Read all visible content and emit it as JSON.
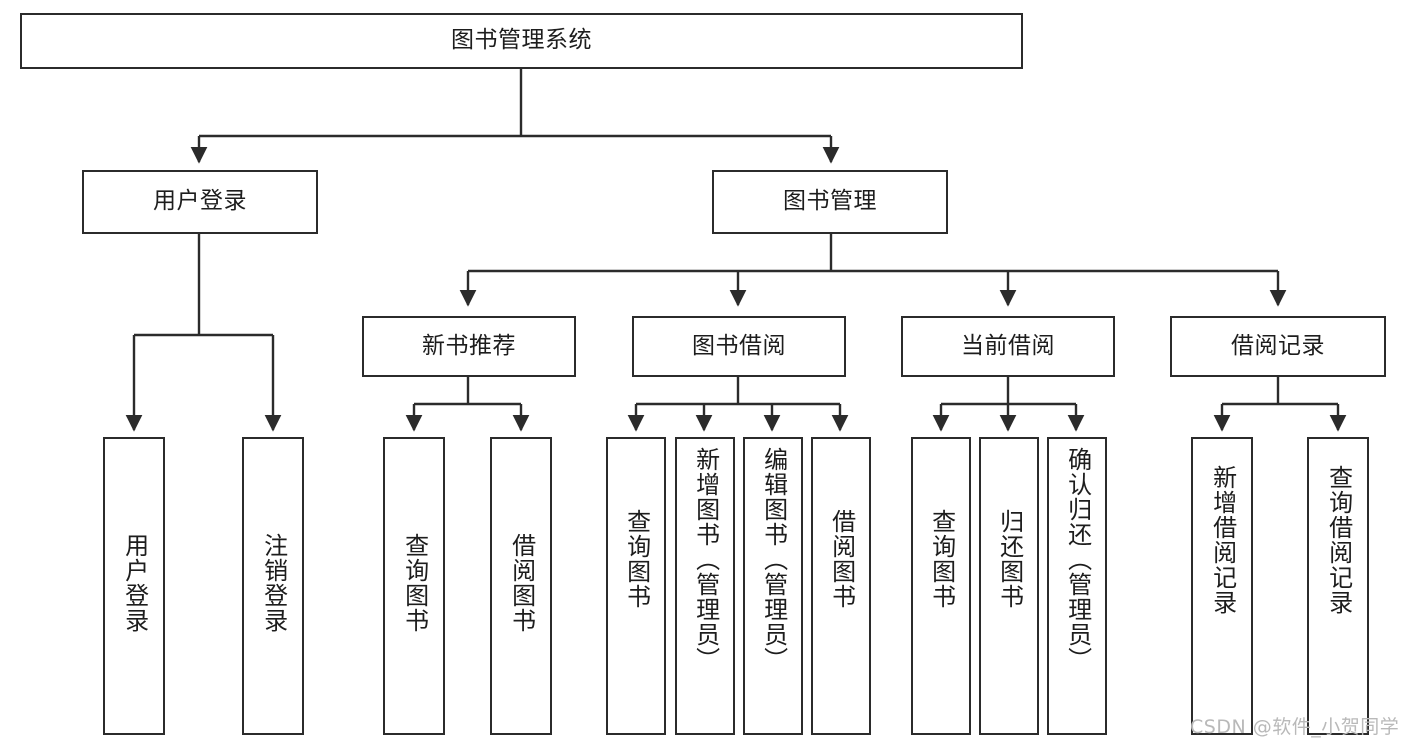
{
  "diagram": {
    "type": "tree",
    "title": "图书管理系统",
    "watermark": "CSDN @软件_小贺同学",
    "colors": {
      "background": "#ffffff",
      "stroke": "#2b2b2b",
      "text": "#1d1d1d",
      "watermark": "#b9b9b9"
    },
    "root": {
      "label": "图书管理系统"
    },
    "level2": [
      {
        "label": "用户登录"
      },
      {
        "label": "图书管理"
      }
    ],
    "level3": [
      {
        "label": "新书推荐"
      },
      {
        "label": "图书借阅"
      },
      {
        "label": "当前借阅"
      },
      {
        "label": "借阅记录"
      }
    ],
    "leaves": {
      "user_login": [
        {
          "label": "用户登录"
        },
        {
          "label": "注销登录"
        }
      ],
      "new_book": [
        {
          "label": "查询图书"
        },
        {
          "label": "借阅图书"
        }
      ],
      "book_borrow": [
        {
          "label": "查询图书"
        },
        {
          "label": "新增图书（管理员）"
        },
        {
          "label": "编辑图书（管理员）"
        },
        {
          "label": "借阅图书"
        }
      ],
      "current_borrow": [
        {
          "label": "查询图书"
        },
        {
          "label": "归还图书"
        },
        {
          "label": "确认归还（管理员）"
        }
      ],
      "borrow_record": [
        {
          "label": "新增借阅记录"
        },
        {
          "label": "查询借阅记录"
        }
      ]
    }
  }
}
